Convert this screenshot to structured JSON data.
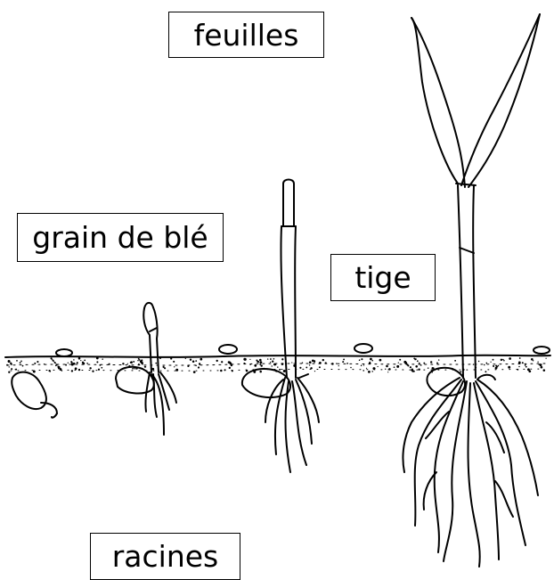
{
  "labels": {
    "feuilles": "feuilles",
    "grain": "grain de blé",
    "tige": "tige",
    "racines": "racines"
  },
  "stages": [
    {
      "name": "seed"
    },
    {
      "name": "germinating-seed"
    },
    {
      "name": "young-shoot"
    },
    {
      "name": "plant-with-leaves"
    }
  ],
  "colors": {
    "ink": "#000000",
    "paper": "#ffffff"
  }
}
